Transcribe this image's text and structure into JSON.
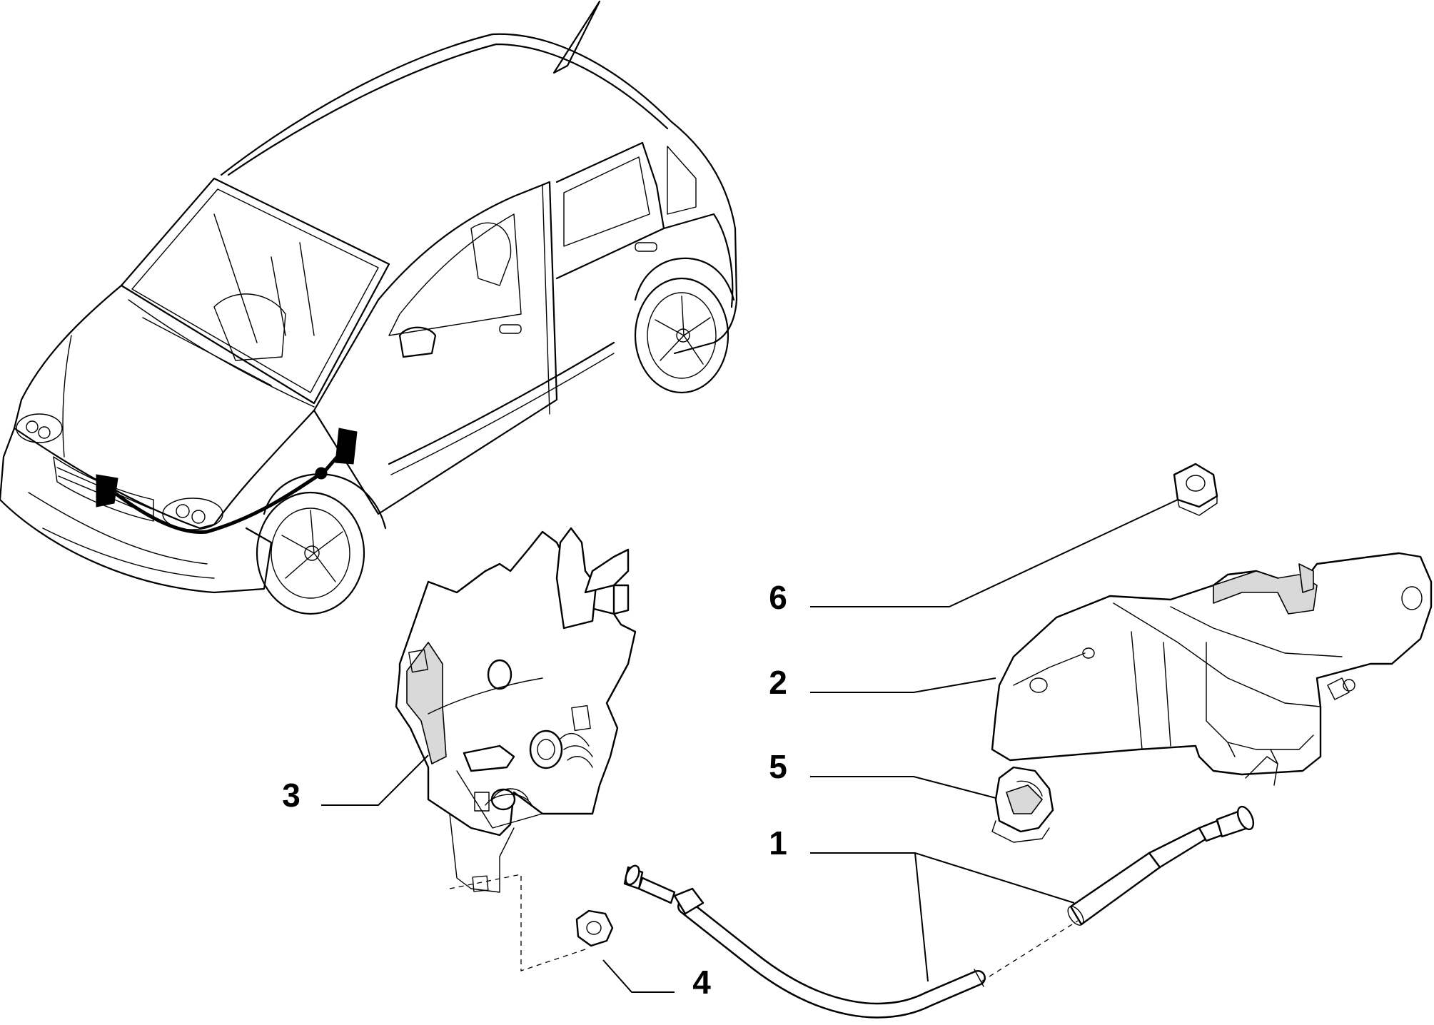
{
  "callouts": [
    {
      "id": "1",
      "label": "1"
    },
    {
      "id": "2",
      "label": "2"
    },
    {
      "id": "3",
      "label": "3"
    },
    {
      "id": "4",
      "label": "4"
    },
    {
      "id": "5",
      "label": "5"
    },
    {
      "id": "6",
      "label": "6"
    }
  ],
  "colors": {
    "line": "#000000",
    "background": "#ffffff",
    "shade": "#d9d9d9"
  }
}
